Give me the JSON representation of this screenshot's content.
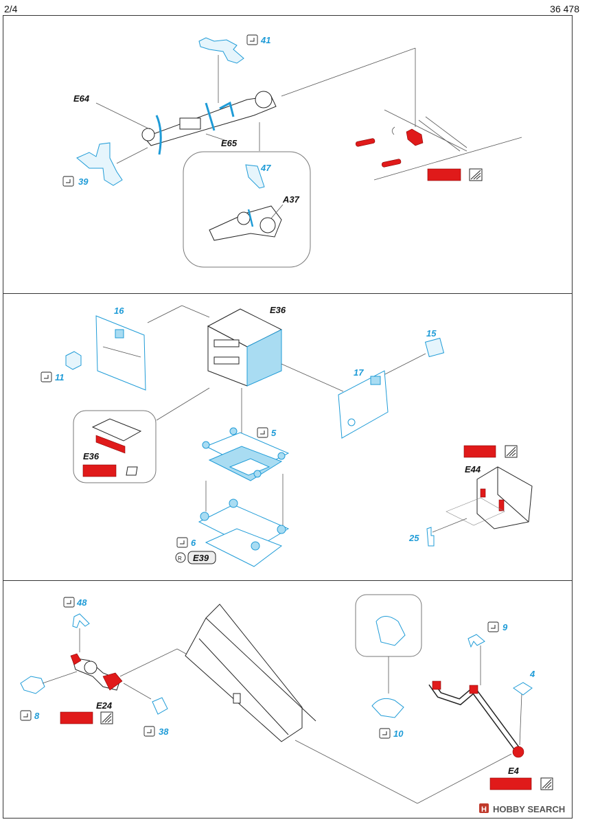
{
  "header": {
    "page": "2/4",
    "sheet_code": "36 478"
  },
  "colors": {
    "etch_blue": "#1e9bd7",
    "paint_red": "#e01a1a",
    "line": "#555555"
  },
  "section1": {
    "parts": [
      "41",
      "39",
      "47"
    ],
    "refs": [
      "E64",
      "E65",
      "A37"
    ]
  },
  "section2": {
    "parts": [
      "16",
      "11",
      "15",
      "17",
      "5",
      "6",
      "25"
    ],
    "refs": [
      "E36",
      "E36",
      "E44",
      "E39"
    ]
  },
  "section3": {
    "parts": [
      "48",
      "8",
      "38",
      "9",
      "4",
      "10"
    ],
    "refs": [
      "E24",
      "E4"
    ]
  },
  "watermark": {
    "brand": "HOBBY SEARCH"
  }
}
